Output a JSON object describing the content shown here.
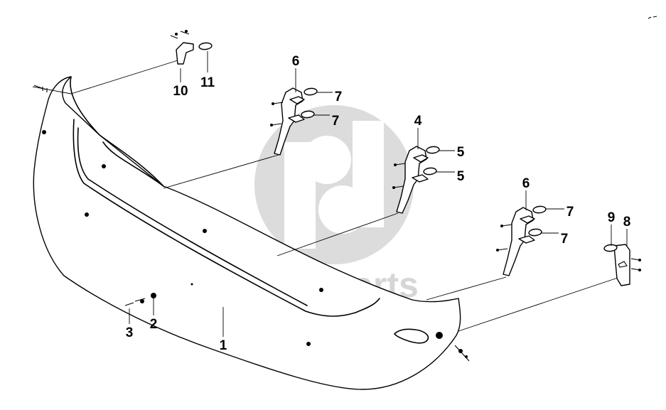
{
  "watermark": {
    "text": "data-parts",
    "color": "#d6d6d6"
  },
  "callouts": [
    {
      "id": "c1",
      "label": "1"
    },
    {
      "id": "c2",
      "label": "2"
    },
    {
      "id": "c3",
      "label": "3"
    },
    {
      "id": "c4",
      "label": "4"
    },
    {
      "id": "c5a",
      "label": "5"
    },
    {
      "id": "c5b",
      "label": "5"
    },
    {
      "id": "c6a",
      "label": "6"
    },
    {
      "id": "c6b",
      "label": "6"
    },
    {
      "id": "c7a",
      "label": "7"
    },
    {
      "id": "c7b",
      "label": "7"
    },
    {
      "id": "c7c",
      "label": "7"
    },
    {
      "id": "c7d",
      "label": "7"
    },
    {
      "id": "c8",
      "label": "8"
    },
    {
      "id": "c9",
      "label": "9"
    },
    {
      "id": "c10",
      "label": "10"
    },
    {
      "id": "c11",
      "label": "11"
    }
  ]
}
